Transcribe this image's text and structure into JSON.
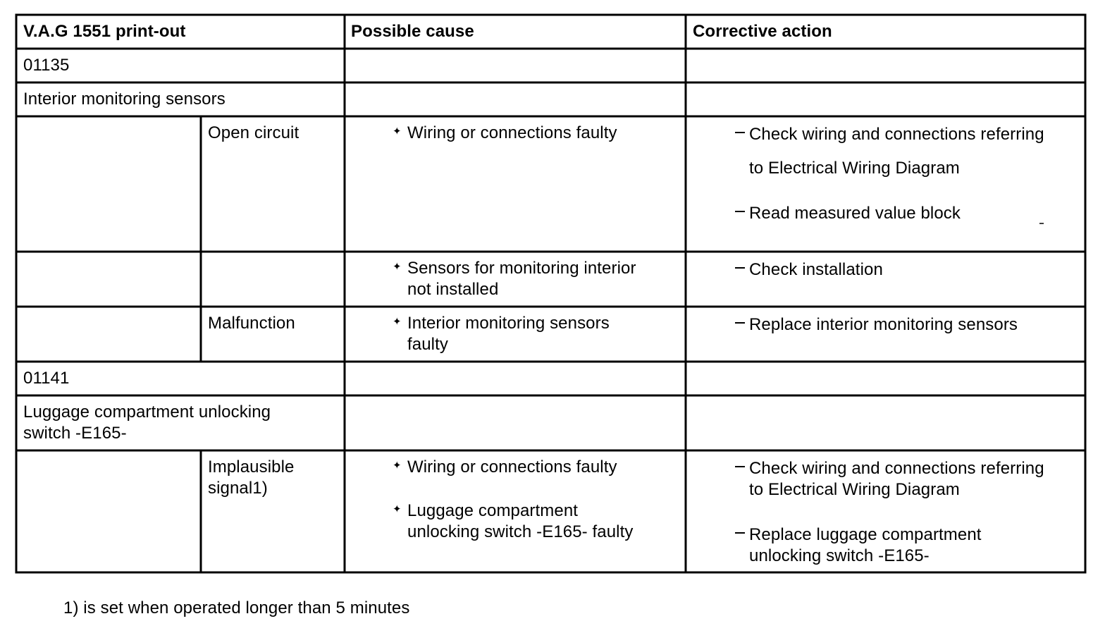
{
  "table": {
    "headers": [
      "V.A.G 1551 print-out",
      "Possible cause",
      "Corrective action"
    ],
    "bullet_glyph": "✦",
    "rows": [
      {
        "code": "01135"
      },
      {
        "component": "Interior monitoring sensors"
      },
      {
        "symptom": "Open circuit",
        "causes": [
          "Wiring or connections faulty"
        ],
        "actions": [
          [
            "Check wiring and connections referring",
            "to Electrical Wiring Diagram"
          ],
          [
            "Read measured value block"
          ]
        ]
      },
      {
        "causes": [
          [
            "Sensors for monitoring interior",
            "not installed"
          ]
        ],
        "actions": [
          "Check installation"
        ]
      },
      {
        "symptom": "Malfunction",
        "causes": [
          [
            "Interior monitoring sensors",
            "faulty"
          ]
        ],
        "actions": [
          "Replace interior monitoring sensors"
        ]
      },
      {
        "code": "01141"
      },
      {
        "component": [
          "Luggage compartment unlocking",
          "switch -E165-"
        ]
      },
      {
        "symptom": [
          "Implausible",
          "signal1)"
        ],
        "causes": [
          "Wiring or connections faulty",
          [
            "Luggage compartment",
            "unlocking switch -E165- faulty"
          ]
        ],
        "actions": [
          [
            "Check wiring and connections referring",
            "to Electrical Wiring Diagram"
          ],
          [
            "Replace luggage compartment",
            "unlocking switch -E165-"
          ]
        ]
      }
    ]
  },
  "footnote": "1) is set when operated longer than 5 minutes"
}
